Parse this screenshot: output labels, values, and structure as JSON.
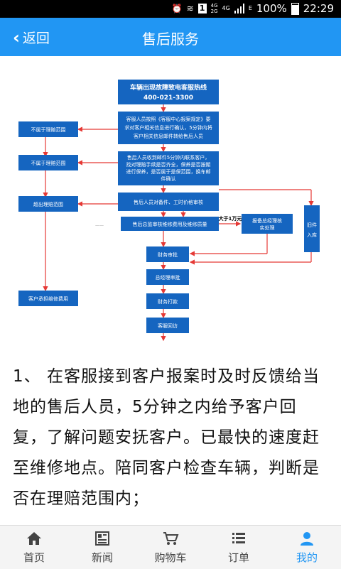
{
  "status_bar": {
    "signal_label": "4G",
    "network_label_top": "4G",
    "network_label_bottom": "2G",
    "data_letter": "E",
    "sim": "1",
    "battery": "100%",
    "time": "22:29"
  },
  "header": {
    "back_label": "返回",
    "title": "售后服务"
  },
  "flowchart": {
    "hotline_line1": "车辆出现故障致电客服热线",
    "hotline_line2": "400-021-3300",
    "step2_line1": "客服人员按照《客服中心报案规定》要",
    "step2_line2": "求对客户相关信息进行确认，5分钟内将",
    "step2_line3": "客户相关信息邮件转给售后人员",
    "step3_line1": "售后人员收到邮件5分钟内联系客户，",
    "step3_line2": "找对理赔手续是否齐全，保养是否按期",
    "step3_line3": "进行保养，是否属于是保范围，换车邮",
    "step3_line4": "件确认",
    "step4": "售后人员对备件、工时价格审核",
    "step5": "售后总监审核维修费用及维修质量",
    "step6": "财务审批",
    "step7": "总经理审批",
    "step8": "财务打款",
    "step9": "客服回访",
    "left1": "不属于理赔范围",
    "left2": "不属于理赔范围",
    "left3": "超出理赔范围",
    "left4": "客户承担维修费用",
    "branch_label": "大于1万元",
    "branch_box_line1": "报备总经理核",
    "branch_box_line2": "实处理",
    "return_line1": "旧件",
    "return_line2": "入库",
    "mid_note": "——"
  },
  "article": {
    "text": "1、 在客服接到客户报案时及时反馈给当地的售后人员，5分钟之内给予客户回复，了解问题安抚客户。已最快的速度赶至维修地点。陪同客户检查车辆，判断是否在理赔范围内；"
  },
  "tabs": [
    {
      "label": "首页",
      "icon": "home-icon"
    },
    {
      "label": "新闻",
      "icon": "news-icon"
    },
    {
      "label": "购物车",
      "icon": "cart-icon"
    },
    {
      "label": "订单",
      "icon": "list-icon"
    },
    {
      "label": "我的",
      "icon": "user-icon"
    }
  ],
  "colors": {
    "accent": "#2196F3",
    "flow_box": "#1565C0",
    "flow_line": "#E53935"
  }
}
